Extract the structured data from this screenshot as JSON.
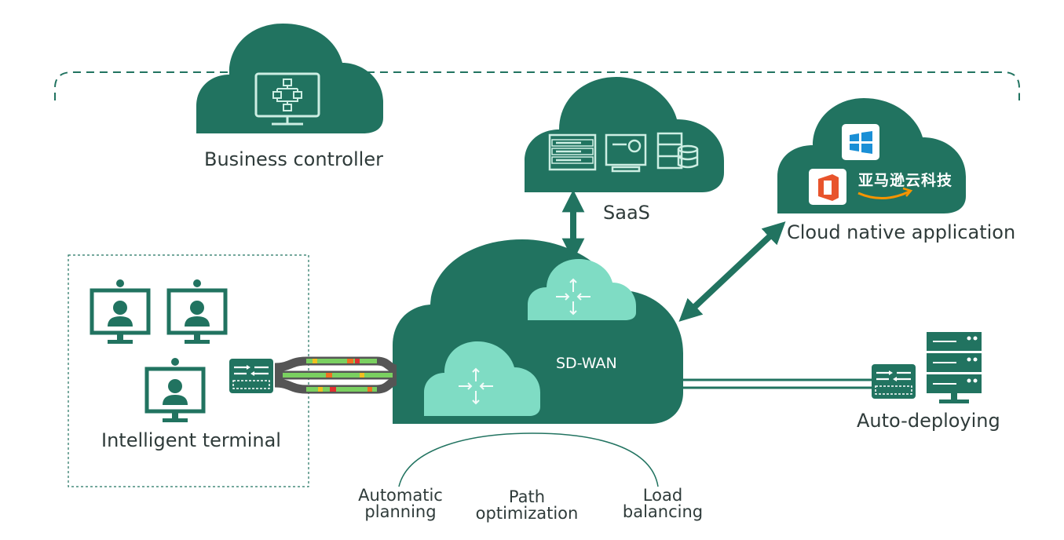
{
  "nodes": {
    "business_controller": {
      "label": "Business controller"
    },
    "saas": {
      "label": "SaaS"
    },
    "cloud_native": {
      "label": "Cloud native application",
      "aws_text": "亚马逊云科技"
    },
    "sdwan": {
      "label": "SD-WAN"
    },
    "intelligent_terminal": {
      "label": "Intelligent terminal"
    },
    "auto_deploying": {
      "label": "Auto-deploying"
    }
  },
  "features": [
    {
      "line1": "Automatic",
      "line2": "planning"
    },
    {
      "line1": "Path",
      "line2": "optimization"
    },
    {
      "line1": "Load",
      "line2": "balancing"
    }
  ],
  "colors": {
    "cloud": "#217360",
    "cloud_light": "#7fdcc4",
    "icon_stroke": "#cdeee3",
    "dashed": "#217360",
    "arrow": "#217360",
    "text": "#2f3b3a"
  }
}
